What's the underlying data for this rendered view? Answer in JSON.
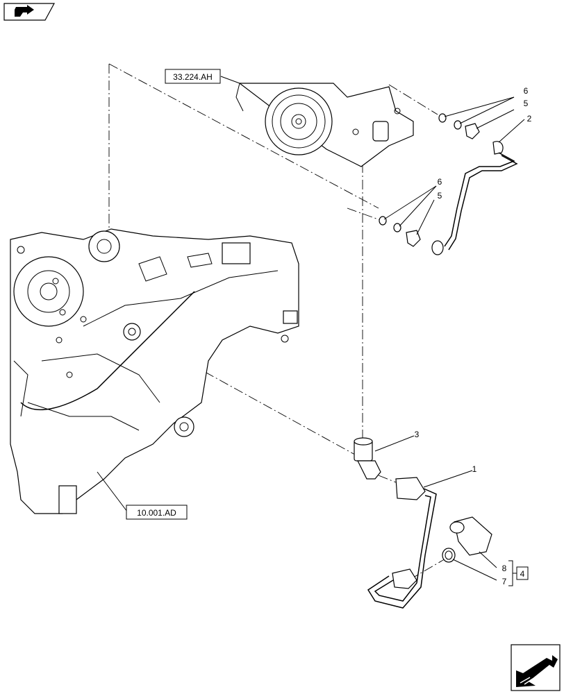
{
  "refs": {
    "pump_ref": "33.224.AH",
    "engine_ref": "10.001.AD"
  },
  "callouts": {
    "c1": "1",
    "c2": "2",
    "c3": "3",
    "c4": "4",
    "c5a": "5",
    "c5b": "5",
    "c6a": "6",
    "c6b": "6",
    "c7": "7",
    "c8": "8"
  },
  "icons": {
    "top_left": "book-arrow-icon",
    "bottom_right": "next-page-arrow-icon"
  }
}
